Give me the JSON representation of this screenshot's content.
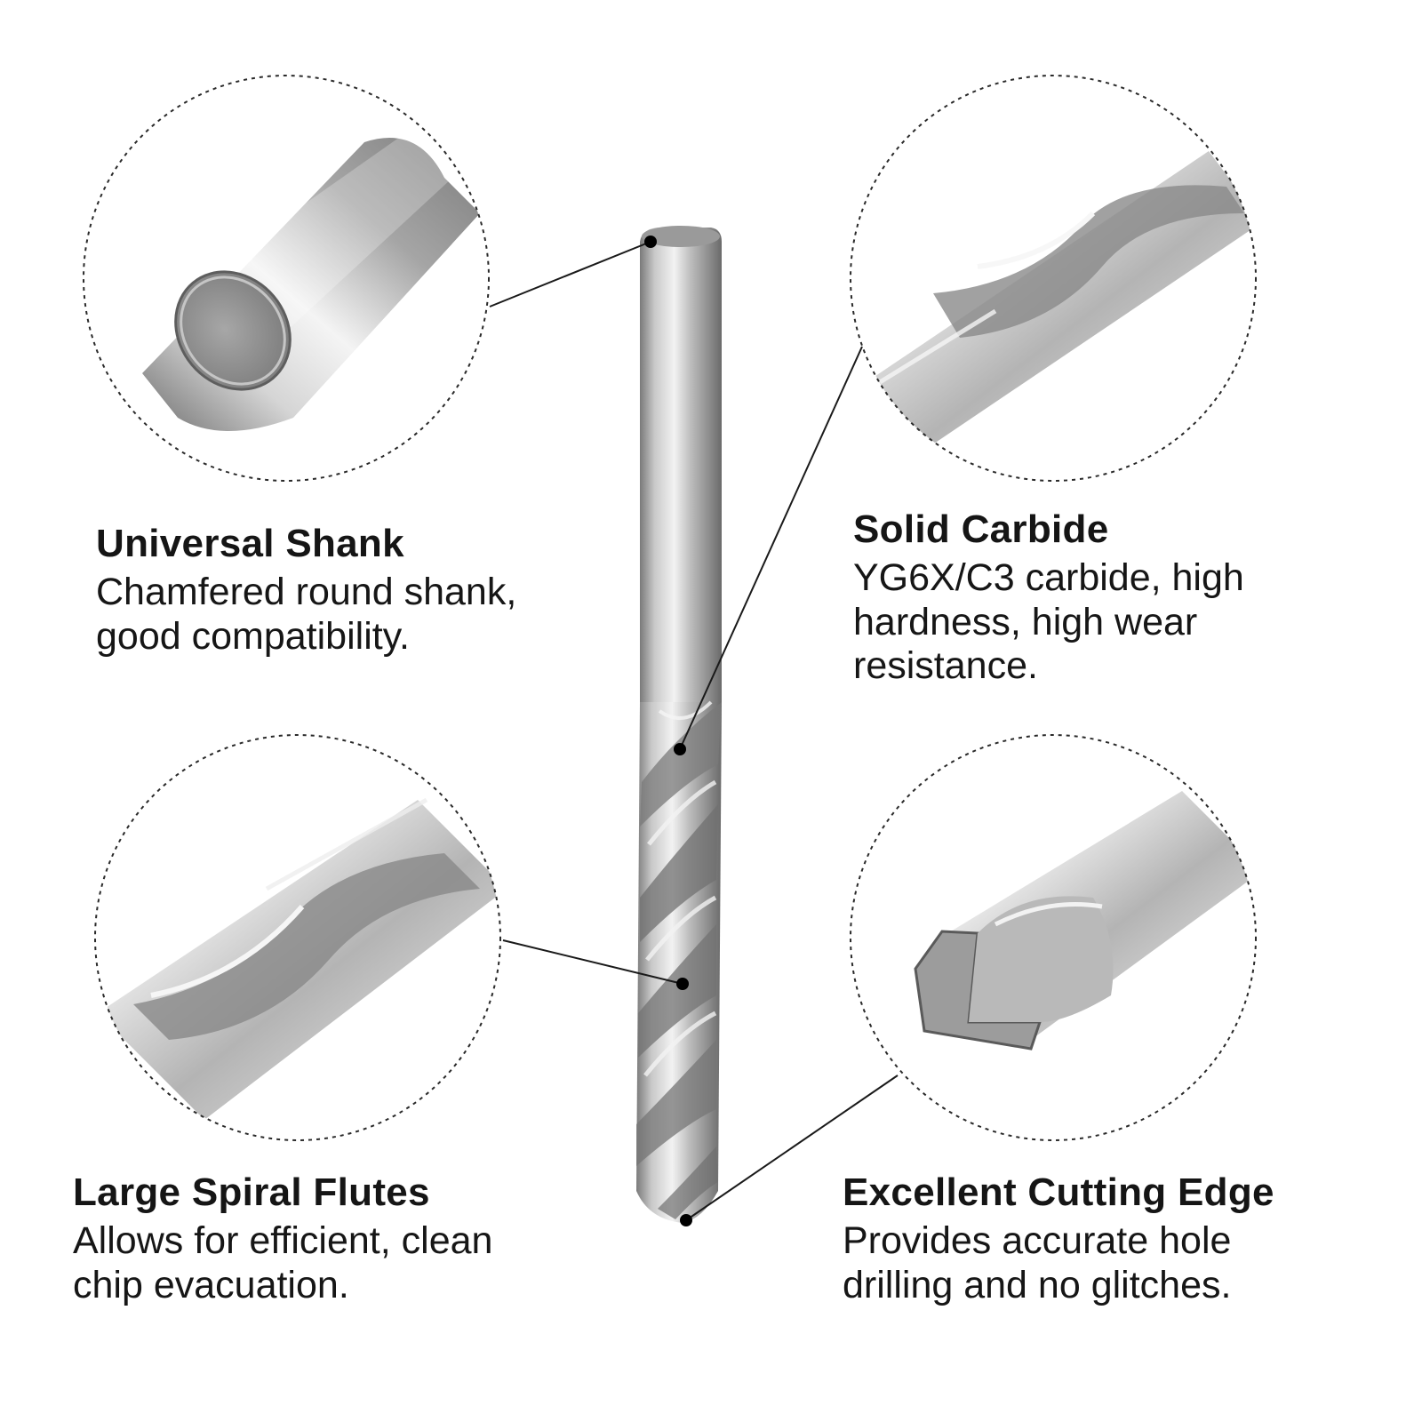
{
  "features": {
    "shank": {
      "title": "Universal Shank",
      "desc": "Chamfered round shank,\ngood compatibility."
    },
    "carbide": {
      "title": "Solid Carbide",
      "desc": "YG6X/C3 carbide, high\nhardness, high wear\nresistance."
    },
    "flutes": {
      "title": "Large Spiral Flutes",
      "desc": "Allows for efficient, clean\nchip evacuation."
    },
    "edge": {
      "title": "Excellent Cutting Edge",
      "desc": "Provides accurate hole\ndrilling and no glitches."
    }
  },
  "colors": {
    "background": "#ffffff",
    "text": "#151515",
    "metal_light": "#e6e6e6",
    "metal_mid": "#a9a9a9",
    "metal_dark": "#6f6f6f",
    "callout_line": "#1a1a1a"
  }
}
